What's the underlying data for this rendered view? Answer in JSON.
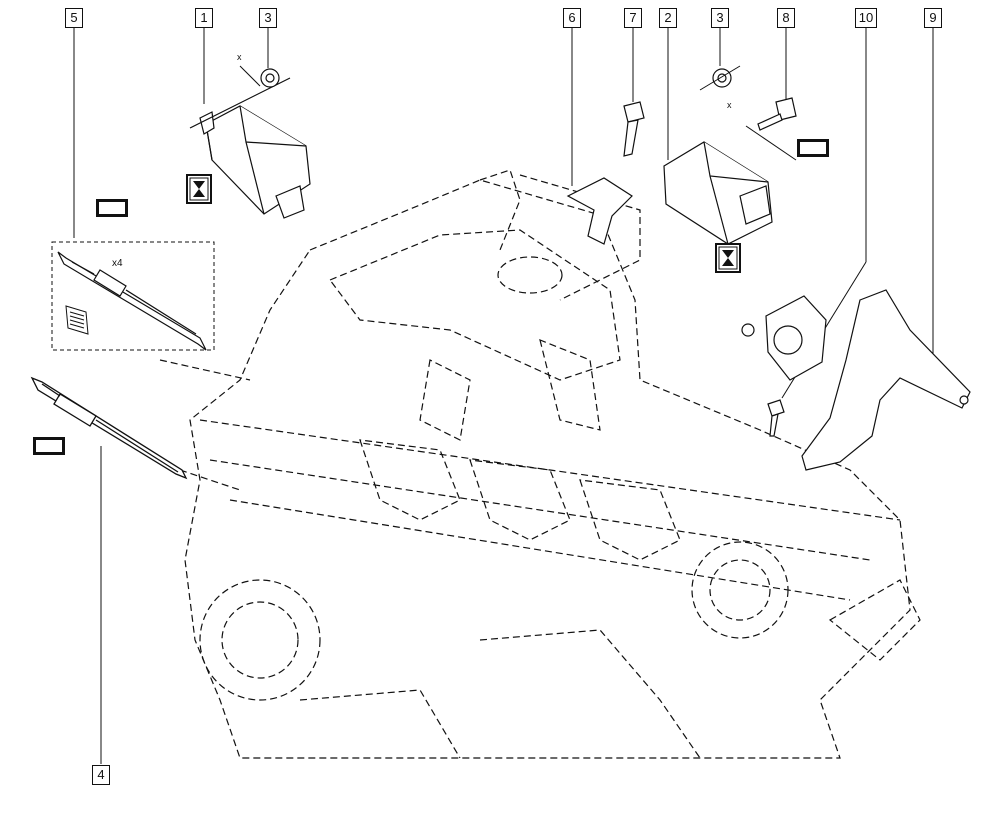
{
  "callouts": [
    {
      "id": "5",
      "label": "5"
    },
    {
      "id": "1",
      "label": "1"
    },
    {
      "id": "3a",
      "label": "3"
    },
    {
      "id": "6",
      "label": "6"
    },
    {
      "id": "7",
      "label": "7"
    },
    {
      "id": "2",
      "label": "2"
    },
    {
      "id": "3b",
      "label": "3"
    },
    {
      "id": "8",
      "label": "8"
    },
    {
      "id": "10",
      "label": "10"
    },
    {
      "id": "9",
      "label": "9"
    },
    {
      "id": "4",
      "label": "4"
    }
  ],
  "annotations": {
    "quantity": "x4",
    "x_mark_1": "x",
    "x_mark_2": "x"
  },
  "icons": {
    "torque": "torque-symbol-icon",
    "hourglass": "hourglass-icon",
    "document": "document-icon"
  },
  "colors": {
    "line": "#111111",
    "background": "#ffffff"
  }
}
